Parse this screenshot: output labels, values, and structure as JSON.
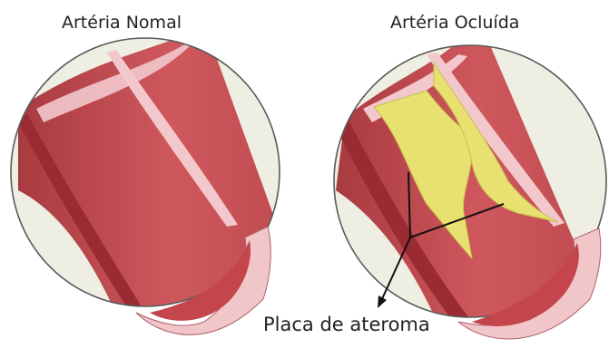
{
  "panels": {
    "left": {
      "title": "Artéria Nomal"
    },
    "right": {
      "title": "Artéria Ocluída"
    }
  },
  "annotation": {
    "label": "Placa de ateroma"
  },
  "colors": {
    "background_circle": "#eeeee2",
    "circle_outline": "#5a5a5a",
    "artery_wall": "#c8474c",
    "artery_wall_dark": "#9b2b33",
    "artery_lining": "#f2c8cc",
    "lumen": "#cf5f62",
    "plaque": "#e8e070",
    "plaque_edge": "#c9c050",
    "pointer": "#111111"
  }
}
